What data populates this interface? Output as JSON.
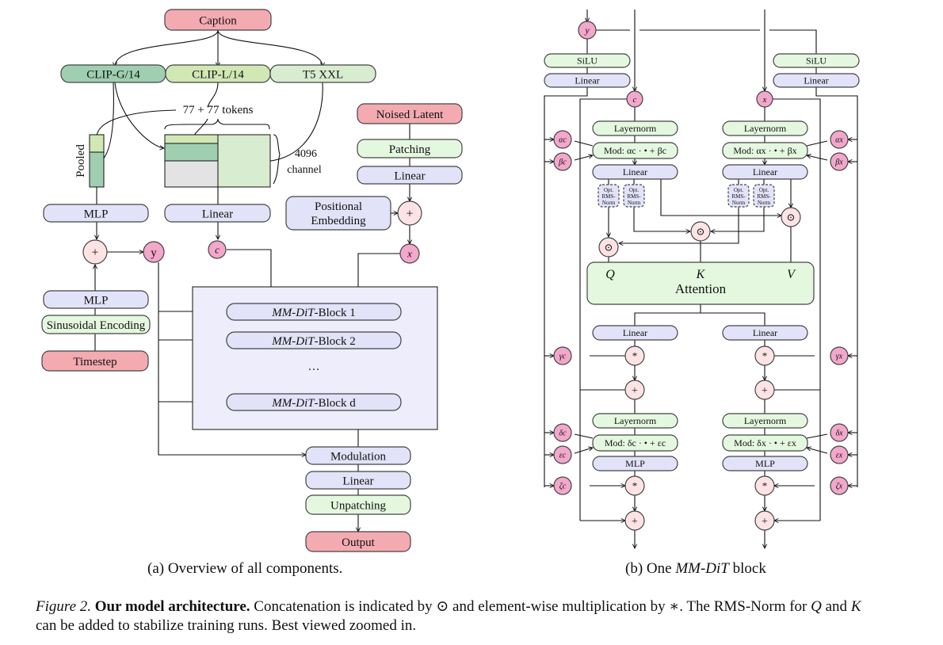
{
  "colors": {
    "red": "#f4aab1",
    "pink_node": "#f2a7cb",
    "sum_node": "#fde3e4",
    "clip_g": "#9fcfb0",
    "clip_l": "#d1e7b4",
    "t5": "#d8ecd0",
    "green_light": "#e4f8df",
    "lavender": "#e2e2f8",
    "block_bg": "#ededfb",
    "pad_gray": "#e3e3e3"
  },
  "panel_a": {
    "caption_box": "Caption",
    "encoders": [
      "CLIP-G/14",
      "CLIP-L/14",
      "T5 XXL"
    ],
    "tokens_label": "77 + 77 tokens",
    "channel_label_1": "4096",
    "channel_label_2": "channel",
    "pooled_label": "Pooled",
    "noised_latent": "Noised Latent",
    "patching": "Patching",
    "linear_latent": "Linear",
    "pos_embed_1": "Positional",
    "pos_embed_2": "Embedding",
    "plus": "+",
    "x_node": "x",
    "mlp_top": "MLP",
    "linear_ctx": "Linear",
    "c_node": "c",
    "y_node": "y",
    "mlp_bottom": "MLP",
    "sinusoidal": "Sinusoidal Encoding",
    "timestep": "Timestep",
    "blocks": [
      {
        "italic": "MM-DiT",
        "suffix": "-Block 1"
      },
      {
        "italic": "MM-DiT",
        "suffix": "-Block 2"
      },
      {
        "italic": "MM-DiT",
        "suffix": "-Block d"
      }
    ],
    "ellipsis": "…",
    "modulation": "Modulation",
    "linear_out": "Linear",
    "unpatching": "Unpatching",
    "output": "Output"
  },
  "panel_b": {
    "y_node": "y",
    "silu": "SiLU",
    "linear": "Linear",
    "c_node": "c",
    "x_node": "x",
    "layernorm": "Layernorm",
    "mod1_c": "Mod: αc · • + βc",
    "mod1_x": "Mod: αx · • + βx",
    "rmsnorm": [
      "Opt.",
      "RMS-",
      "Norm"
    ],
    "concat": "⊙",
    "q": "Q",
    "k": "K",
    "v": "V",
    "attention": "Attention",
    "mult": "*",
    "plus": "+",
    "mod2_c": "Mod: δc · • + εc",
    "mod2_x": "Mod: δx · • + εx",
    "mlp": "MLP",
    "params_c": [
      "αc",
      "βc",
      "γc",
      "δc",
      "εc",
      "ζc"
    ],
    "params_x": [
      "αx",
      "βx",
      "γx",
      "δx",
      "εx",
      "ζx"
    ]
  },
  "subcaptions": {
    "a": "(a) Overview of all components.",
    "b_prefix": "(b) One ",
    "b_italic": "MM-DiT",
    "b_suffix": " block"
  },
  "figure_caption": {
    "label": "Figure 2.",
    "bold": "Our model architecture.",
    "line1_rest": " Concatenation is indicated by ⊙ and element-wise multiplication by ∗. The RMS-Norm for ",
    "q": "Q",
    "and": " and ",
    "k": "K",
    "line2": "can be added to stabilize training runs. Best viewed zoomed in."
  }
}
